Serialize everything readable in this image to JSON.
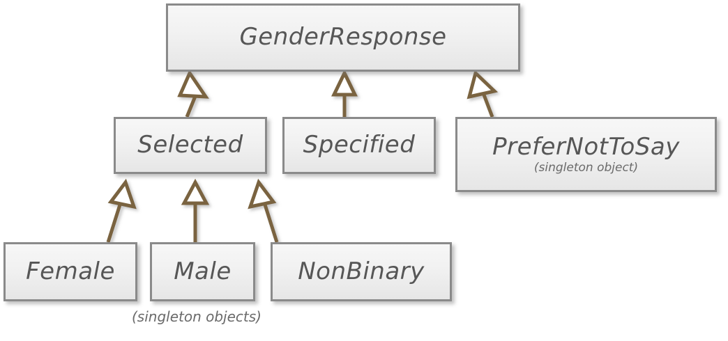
{
  "diagram": {
    "type": "uml-class-hierarchy",
    "root": "GenderResponse",
    "accent_line_color": "#7a6440",
    "box_border_color": "#8a8a8a",
    "text_color": "#565656",
    "background": "#ffffff"
  },
  "nodes": {
    "gender_response": {
      "label": "GenderResponse",
      "subtitle": ""
    },
    "selected": {
      "label": "Selected",
      "subtitle": ""
    },
    "specified": {
      "label": "Specified",
      "subtitle": ""
    },
    "prefer_not_to_say": {
      "label": "PreferNotToSay",
      "subtitle": "(singleton object)"
    },
    "female": {
      "label": "Female",
      "subtitle": ""
    },
    "male": {
      "label": "Male",
      "subtitle": ""
    },
    "nonbinary": {
      "label": "NonBinary",
      "subtitle": ""
    }
  },
  "captions": {
    "singleton_objects": "(singleton objects)"
  },
  "relations": [
    {
      "from": "Selected",
      "to": "GenderResponse",
      "kind": "generalization"
    },
    {
      "from": "Specified",
      "to": "GenderResponse",
      "kind": "generalization"
    },
    {
      "from": "PreferNotToSay",
      "to": "GenderResponse",
      "kind": "generalization"
    },
    {
      "from": "Female",
      "to": "Selected",
      "kind": "generalization"
    },
    {
      "from": "Male",
      "to": "Selected",
      "kind": "generalization"
    },
    {
      "from": "NonBinary",
      "to": "Selected",
      "kind": "generalization"
    }
  ]
}
